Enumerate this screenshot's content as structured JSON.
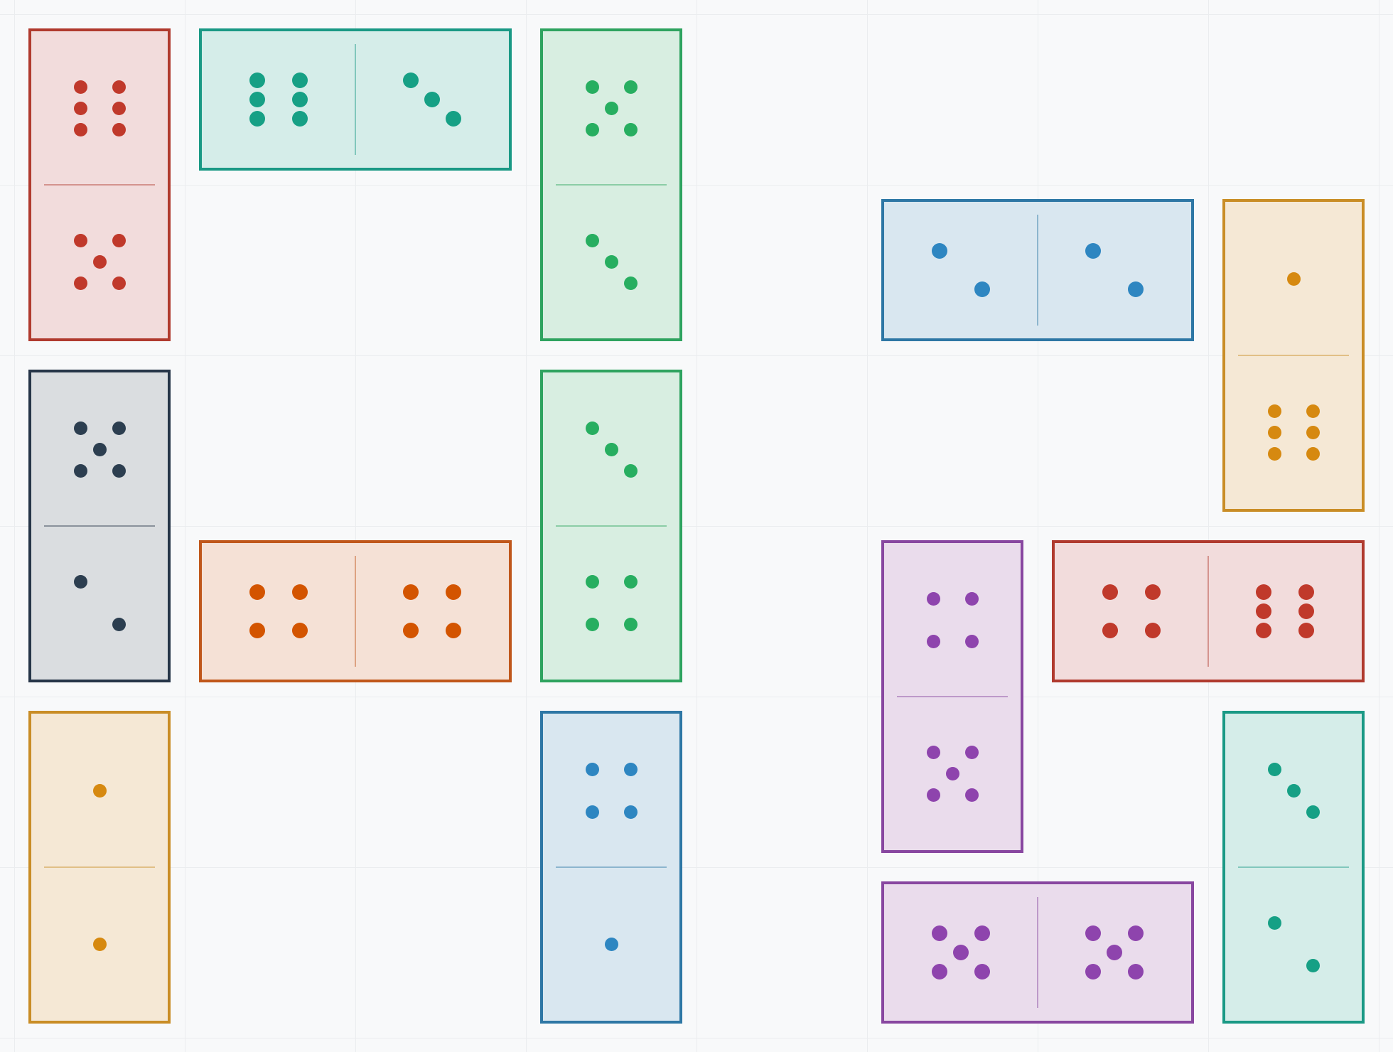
{
  "board": {
    "grid_columns": 8,
    "grid_rows": 6
  },
  "dominoes": [
    {
      "id": "d1",
      "col": 0,
      "row": 0,
      "orientation": "vertical",
      "pips": [
        6,
        5
      ],
      "border": "#b03a2e",
      "fill": "#f2dcdc",
      "pip": "#c0392b"
    },
    {
      "id": "d2",
      "col": 1,
      "row": 0,
      "orientation": "horizontal",
      "pips": [
        6,
        3
      ],
      "border": "#1a9985",
      "fill": "#d5ede9",
      "pip": "#16a085"
    },
    {
      "id": "d3",
      "col": 3,
      "row": 0,
      "orientation": "vertical",
      "pips": [
        5,
        3
      ],
      "border": "#2ea35f",
      "fill": "#d8eee1",
      "pip": "#27ae60"
    },
    {
      "id": "d4",
      "col": 5,
      "row": 1,
      "orientation": "horizontal",
      "pips": [
        2,
        2
      ],
      "border": "#2e77a5",
      "fill": "#d9e7f0",
      "pip": "#2e86c1"
    },
    {
      "id": "d5",
      "col": 7,
      "row": 1,
      "orientation": "vertical",
      "pips": [
        1,
        6
      ],
      "border": "#c98d26",
      "fill": "#f5e8d5",
      "pip": "#d68910"
    },
    {
      "id": "d6",
      "col": 0,
      "row": 2,
      "orientation": "vertical",
      "pips": [
        5,
        2
      ],
      "border": "#263548",
      "fill": "#dadde0",
      "pip": "#2c3e50"
    },
    {
      "id": "d7",
      "col": 3,
      "row": 2,
      "orientation": "vertical",
      "pips": [
        3,
        4
      ],
      "border": "#2ea35f",
      "fill": "#d8eee1",
      "pip": "#27ae60"
    },
    {
      "id": "d8",
      "col": 1,
      "row": 3,
      "orientation": "horizontal",
      "pips": [
        4,
        4
      ],
      "border": "#c0571b",
      "fill": "#f5e1d6",
      "pip": "#d35400"
    },
    {
      "id": "d9",
      "col": 5,
      "row": 3,
      "orientation": "vertical",
      "pips": [
        4,
        5
      ],
      "border": "#8847a0",
      "fill": "#eadcec",
      "pip": "#8e44ad"
    },
    {
      "id": "d10",
      "col": 6,
      "row": 3,
      "orientation": "horizontal",
      "pips": [
        4,
        6
      ],
      "border": "#b03a2e",
      "fill": "#f2dcdc",
      "pip": "#c0392b"
    },
    {
      "id": "d11",
      "col": 0,
      "row": 4,
      "orientation": "vertical",
      "pips": [
        1,
        1
      ],
      "border": "#c98d26",
      "fill": "#f5e8d5",
      "pip": "#d68910"
    },
    {
      "id": "d12",
      "col": 3,
      "row": 4,
      "orientation": "vertical",
      "pips": [
        4,
        1
      ],
      "border": "#2e77a5",
      "fill": "#d9e7f0",
      "pip": "#2e86c1"
    },
    {
      "id": "d13",
      "col": 7,
      "row": 4,
      "orientation": "vertical",
      "pips": [
        3,
        2
      ],
      "border": "#1a9985",
      "fill": "#d5ede9",
      "pip": "#16a085"
    },
    {
      "id": "d14",
      "col": 5,
      "row": 5,
      "orientation": "horizontal",
      "pips": [
        5,
        5
      ],
      "border": "#8847a0",
      "fill": "#eadcec",
      "pip": "#8e44ad"
    }
  ]
}
